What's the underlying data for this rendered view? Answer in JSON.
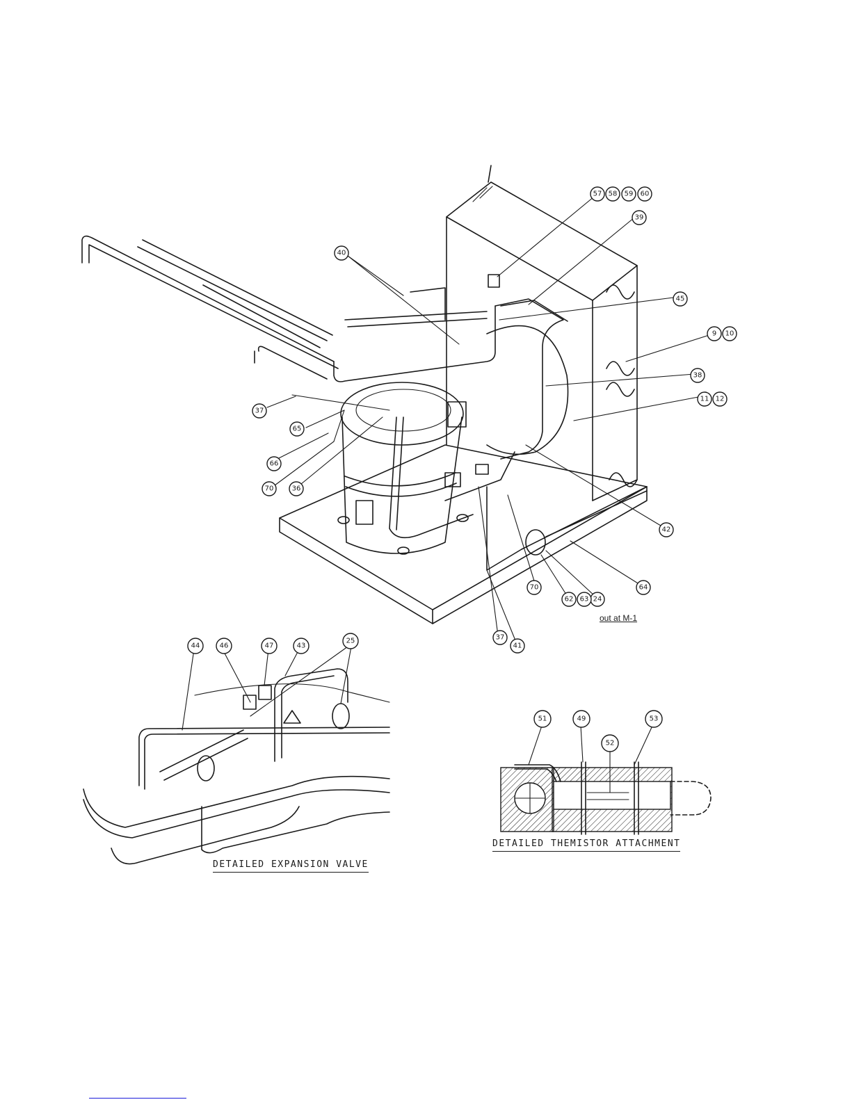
{
  "main_diagram": {
    "callouts": [
      "57",
      "58",
      "59",
      "60",
      "39",
      "40",
      "45",
      "9",
      "10",
      "38",
      "11",
      "12",
      "37",
      "65",
      "66",
      "70",
      "36",
      "42",
      "64",
      "24",
      "62",
      "63",
      "37",
      "41",
      "70"
    ],
    "note": "out at M-1"
  },
  "expansion_valve_detail": {
    "caption": "DETAILED EXPANSION VALVE",
    "callouts": [
      "44",
      "46",
      "47",
      "43",
      "25"
    ]
  },
  "thermistor_detail": {
    "caption": "DETAILED THEMISTOR ATTACHMENT",
    "callouts": [
      "51",
      "49",
      "52",
      "53"
    ]
  }
}
